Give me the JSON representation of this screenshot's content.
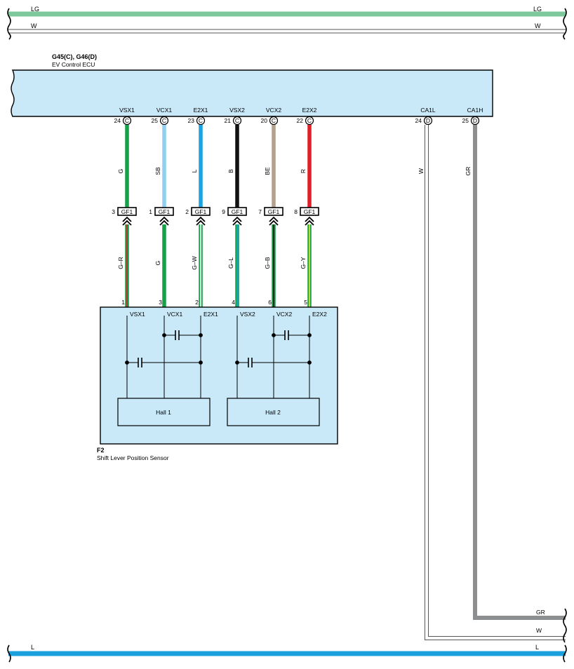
{
  "bus_top": {
    "lg": {
      "label_left": "LG",
      "label_right": "LG",
      "color": "#7cc89a"
    },
    "w": {
      "label_left": "W",
      "label_right": "W"
    }
  },
  "bus_bottom": {
    "gr_label": "GR",
    "w_label": "W",
    "l": {
      "label_left": "L",
      "label_right": "L",
      "color": "#1aa0dc"
    }
  },
  "ecu": {
    "connectors": "G45(C), G46(D)",
    "name": "EV Control ECU",
    "fill": "#c9e8f8",
    "pins": [
      {
        "signal": "VSX1",
        "number": "24",
        "conn": "C",
        "wire": "G",
        "wire_color": "#16a04a"
      },
      {
        "signal": "VCX1",
        "number": "25",
        "conn": "C",
        "wire": "SB",
        "wire_color": "#8fd0f0"
      },
      {
        "signal": "E2X1",
        "number": "23",
        "conn": "C",
        "wire": "L",
        "wire_color": "#18a4e0"
      },
      {
        "signal": "VSX2",
        "number": "21",
        "conn": "C",
        "wire": "B",
        "wire_color": "#111111"
      },
      {
        "signal": "VCX2",
        "number": "20",
        "conn": "C",
        "wire": "BE",
        "wire_color": "#b4a08c"
      },
      {
        "signal": "E2X2",
        "number": "22",
        "conn": "C",
        "wire": "R",
        "wire_color": "#e21f26"
      },
      {
        "signal": "CA1L",
        "number": "24",
        "conn": "D",
        "wire": "W",
        "wire_color": "#ffffff"
      },
      {
        "signal": "CA1H",
        "number": "25",
        "conn": "D",
        "wire": "GR",
        "wire_color": "#8c8e90"
      }
    ]
  },
  "junction": {
    "name": "GF1",
    "pins": [
      {
        "number": "3",
        "wire": "G–R",
        "base": "#16a04a",
        "stripe": "#e21f26"
      },
      {
        "number": "1",
        "wire": "G",
        "base": "#16a04a",
        "stripe": ""
      },
      {
        "number": "2",
        "wire": "G–W",
        "base": "#16a04a",
        "stripe": "#ffffff"
      },
      {
        "number": "9",
        "wire": "G–L",
        "base": "#16a04a",
        "stripe": "#18a4e0"
      },
      {
        "number": "7",
        "wire": "G–B",
        "base": "#16a04a",
        "stripe": "#111111"
      },
      {
        "number": "8",
        "wire": "G–Y",
        "base": "#16a04a",
        "stripe": "#e8e83a"
      }
    ]
  },
  "sensor": {
    "id": "F2",
    "name": "Shift Lever Position Sensor",
    "fill": "#c9e8f8",
    "pins": [
      {
        "number": "1",
        "signal": "VSX1"
      },
      {
        "number": "3",
        "signal": "VCX1"
      },
      {
        "number": "2",
        "signal": "E2X1"
      },
      {
        "number": "4",
        "signal": "VSX2"
      },
      {
        "number": "6",
        "signal": "VCX2"
      },
      {
        "number": "5",
        "signal": "E2X2"
      }
    ],
    "hall1": "Hall 1",
    "hall2": "Hall 2"
  }
}
